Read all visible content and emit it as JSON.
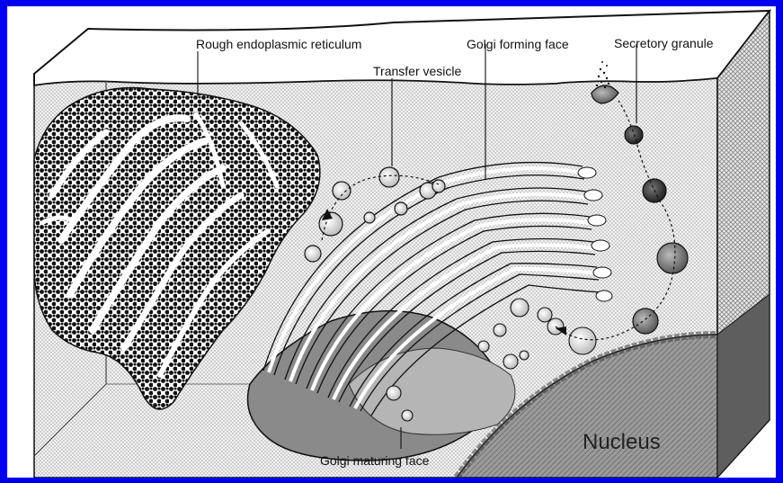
{
  "diagram": {
    "labels": {
      "rough_er": "Rough endoplasmic reticulum",
      "transfer_vesicle": "Transfer vesicle",
      "golgi_forming_face": "Golgi forming face",
      "secretory_granule": "Secretory granule",
      "golgi_maturing_face": "Golgi maturing face",
      "nucleus": "Nucleus"
    },
    "colors": {
      "background_border": "#0000ee",
      "page": "#ffffff",
      "ink": "#111111",
      "stipple": "#c8c8c8",
      "golgi_gray": "#8a8a8a",
      "nucleus_gray": "#8c8c8c"
    }
  }
}
